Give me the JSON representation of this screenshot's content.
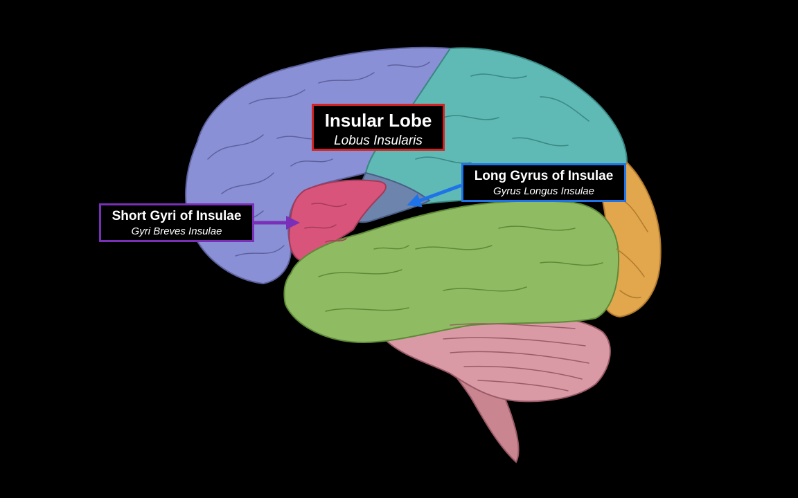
{
  "labels": {
    "insular_lobe": {
      "title": "Insular Lobe",
      "latin": "Lobus Insularis",
      "border_color": "#d32323"
    },
    "long_gyrus": {
      "title": "Long Gyrus of Insulae",
      "latin": "Gyrus Longus Insulae",
      "border_color": "#1e73e8"
    },
    "short_gyri": {
      "title": "Short Gyri of Insulae",
      "latin": "Gyri Breves Insulae",
      "border_color": "#7a2fb8"
    }
  },
  "regions": {
    "frontal_lobe": "#8a90d6",
    "parietal_lobe": "#5fb9b4",
    "occipital_lobe": "#e2a64c",
    "temporal_lobe": "#8fbc62",
    "cerebellum": "#d99aa6",
    "brainstem": "#c98590",
    "short_gyri": "#d9547a",
    "long_gyrus": "#6d84ad"
  },
  "background": "#000000"
}
